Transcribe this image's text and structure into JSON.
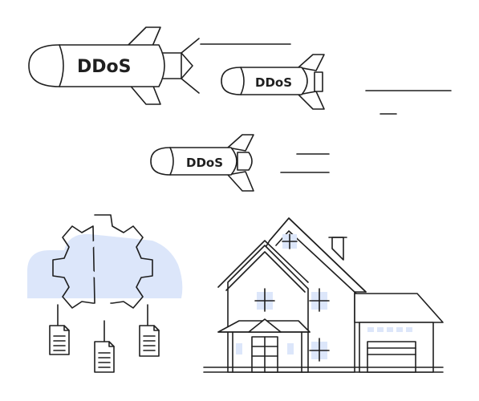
{
  "rockets": [
    {
      "label": "DDoS"
    },
    {
      "label": "DDoS"
    },
    {
      "label": "DDoS"
    }
  ],
  "colors": {
    "stroke": "#1f1f1f",
    "accent_fill": "#dce6fa"
  },
  "icons": [
    "rocket-icon",
    "gear-icon",
    "cloud-icon",
    "document-icon",
    "house-icon",
    "window-icon"
  ]
}
